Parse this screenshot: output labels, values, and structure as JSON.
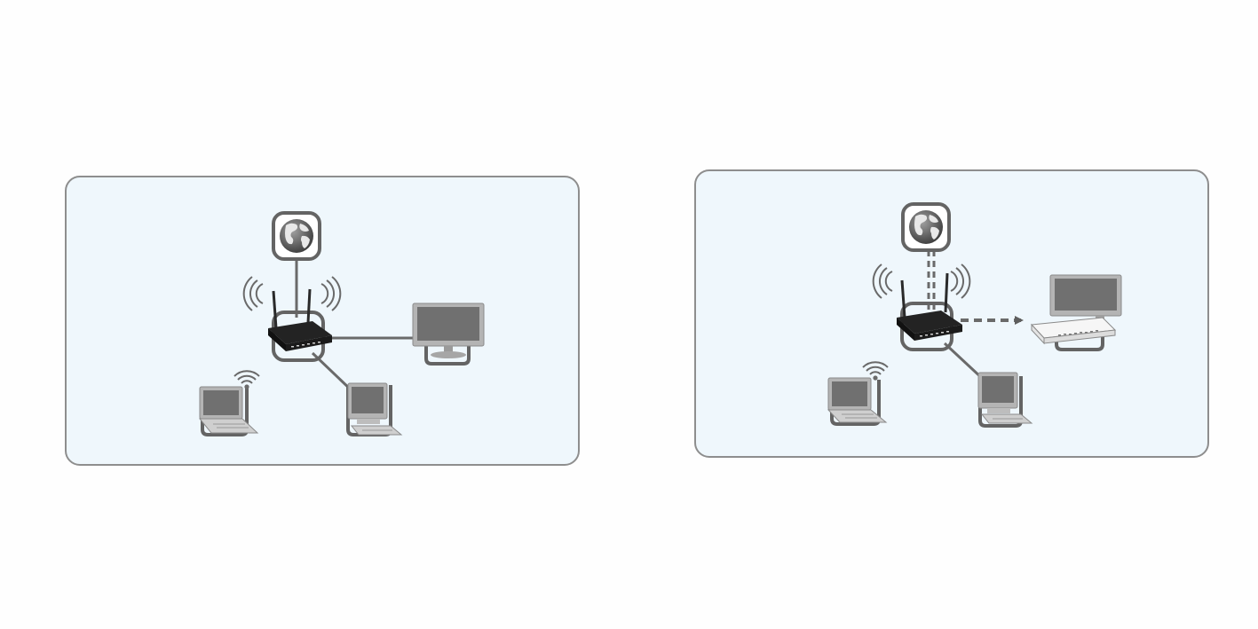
{
  "panels": [
    {
      "id": "left",
      "nodes": [
        "internet",
        "router",
        "lcd-monitor",
        "laptop",
        "desktop-computer"
      ],
      "links": [
        {
          "from": "internet",
          "to": "router",
          "style": "solid"
        },
        {
          "from": "router",
          "to": "lcd-monitor",
          "style": "solid"
        },
        {
          "from": "router",
          "to": "desktop-computer",
          "style": "solid"
        },
        {
          "from": "router",
          "to": "laptop",
          "style": "wireless"
        }
      ]
    },
    {
      "id": "right",
      "nodes": [
        "internet",
        "router",
        "set-top-box-tv",
        "laptop",
        "desktop-computer"
      ],
      "links": [
        {
          "from": "internet",
          "to": "router",
          "style": "dashed"
        },
        {
          "from": "router",
          "to": "set-top-box-tv",
          "style": "dashed-arrow"
        },
        {
          "from": "router",
          "to": "desktop-computer",
          "style": "solid"
        },
        {
          "from": "router",
          "to": "laptop",
          "style": "wireless"
        }
      ]
    }
  ],
  "colors": {
    "panel_fill": "#eff7fc",
    "panel_border": "#8e8e8e",
    "node_outline": "#646464",
    "link": "#6a6a6a",
    "router_body": "#232323",
    "screen": "#707070",
    "device_frame": "#b4b4b4"
  }
}
